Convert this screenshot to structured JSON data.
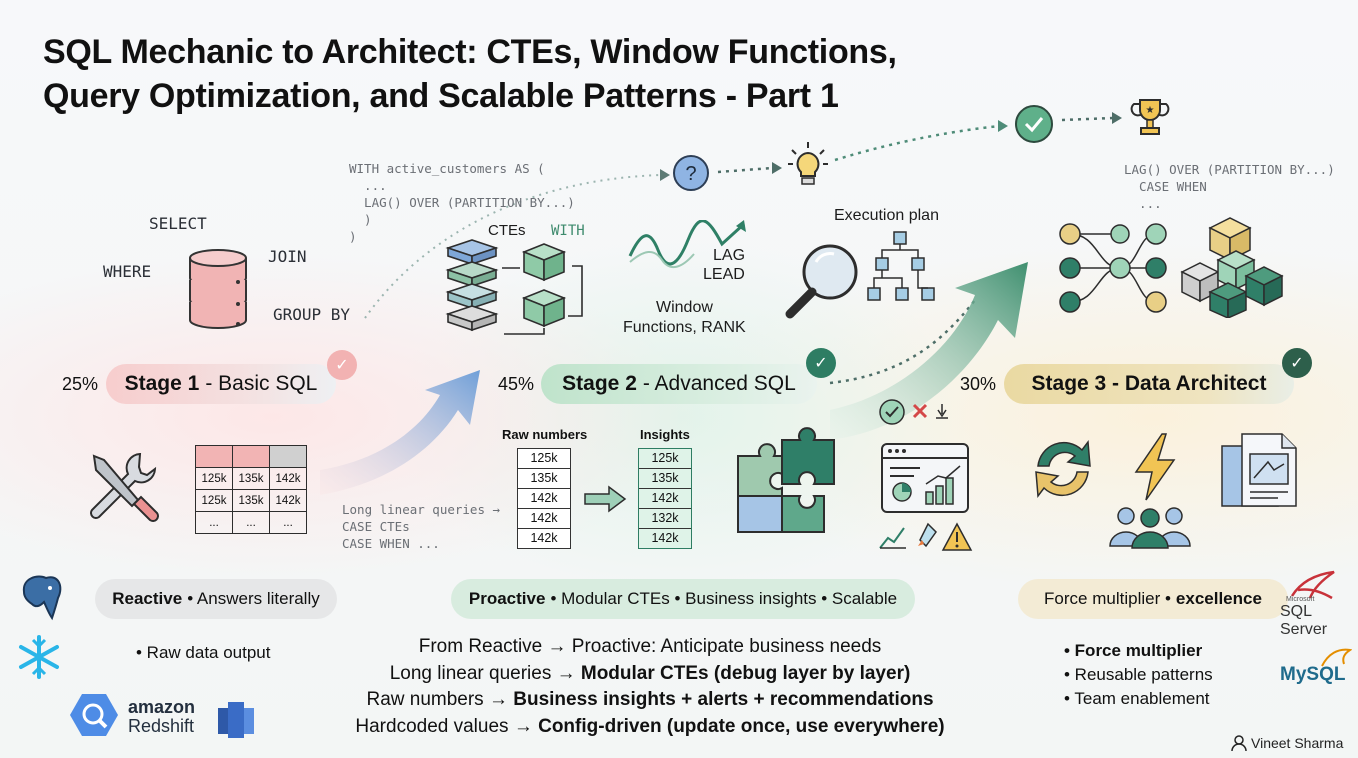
{
  "title": {
    "line1": "SQL Mechanic to Architect: CTEs, Window Functions,",
    "line2": "Query Optimization, and Scalable Patterns - Part 1"
  },
  "code_snippets": {
    "with_block": "WITH active_customers AS (\n  ...\n  LAG() OVER (PARTITION BY...)\n  )\n)",
    "lag_block": "LAG() OVER (PARTITION BY...)\n  CASE WHEN\n  ...",
    "linear_block": "Long linear queries →\nCASE CTEs\nCASE WHEN ..."
  },
  "stage1": {
    "keywords": [
      "SELECT",
      "WHERE",
      "JOIN",
      "GROUP BY"
    ],
    "percent": "25%",
    "name_bold": "Stage 1",
    "name_rest": "- Basic SQL",
    "table_rows": [
      [
        "125k",
        "135k",
        "142k"
      ],
      [
        "125k",
        "135k",
        "142k"
      ],
      [
        "...",
        "...",
        "..."
      ]
    ],
    "tag_bold": "Reactive",
    "tag_rest": "• Answers literally",
    "bullets": [
      "• Raw data output"
    ],
    "color": "#f3b9b9"
  },
  "stage2": {
    "ctes_label": "CTEs",
    "with_label": "WITH",
    "lag_label": "LAG",
    "lead_label": "LEAD",
    "window_label_1": "Window",
    "window_label_2": "Functions, RANK",
    "exec_label": "Execution plan",
    "percent": "45%",
    "name_bold": "Stage 2",
    "name_rest": "- Advanced SQL",
    "raw_label": "Raw numbers",
    "insights_label": "Insights",
    "raw_values": [
      "125k",
      "135k",
      "142k",
      "142k",
      "142k"
    ],
    "insight_values": [
      "125k",
      "135k",
      "142k",
      "132k",
      "142k"
    ],
    "tag_bold": "Proactive",
    "tag_rest": "• Modular CTEs • Business insights • Scalable",
    "color": "#bfe3cb"
  },
  "stage3": {
    "percent": "30%",
    "name_bold": "Stage 3 - Data Architect",
    "tag_rest": "Force multiplier •",
    "tag_bold": "excellence",
    "bullets_bold": "• Force multiplier",
    "bullets": [
      "• Reusable patterns",
      "• Team enablement"
    ],
    "color": "#e9d9a6"
  },
  "summary": [
    {
      "plain": "From Reactive → Proactive: Anticipate business needs",
      "bold": ""
    },
    {
      "plain": "Long linear queries → ",
      "bold": "Modular CTEs (debug layer by layer)"
    },
    {
      "plain": "Raw numbers → ",
      "bold": "Business insights + alerts + recommendations"
    },
    {
      "plain": "Hardcoded values → ",
      "bold": "Config-driven (update once, use everywhere)"
    }
  ],
  "logos": {
    "amazon": "amazon",
    "redshift": "Redshift",
    "sqlserver_small": "Microsoft",
    "sqlserver": "SQL Server",
    "mysql": "MySQL"
  },
  "author": "Vineet Sharma",
  "icons": [
    "database-icon",
    "wrench-screwdriver-icon",
    "question-icon",
    "lightbulb-icon",
    "check-circle-icon",
    "trophy-icon",
    "magnifier-icon",
    "tree-icon",
    "cubes-icon",
    "puzzle-icon",
    "dashboard-icon",
    "refresh-icon",
    "lightning-icon",
    "team-icon",
    "blueprint-icon",
    "postgres-icon",
    "snowflake-icon",
    "bigquery-icon"
  ]
}
